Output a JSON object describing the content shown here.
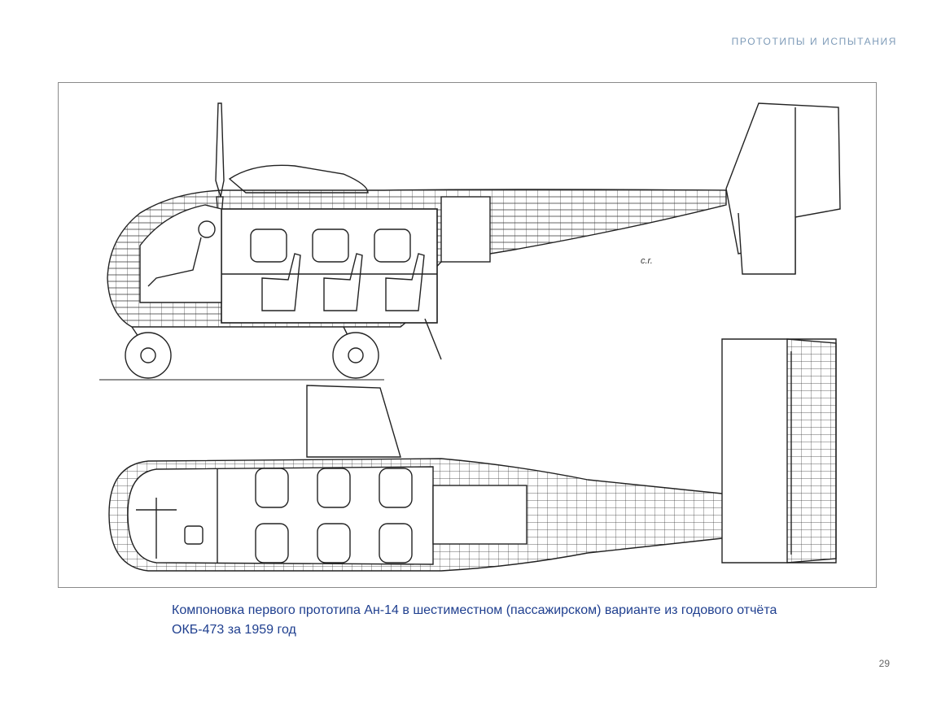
{
  "header": {
    "section_title": "ПРОТОТИПЫ И ИСПЫТАНИЯ"
  },
  "figure": {
    "drawing_label": "c.r.",
    "caption": "Компоновка первого прототипа Ан-14 в шестиместном (пассажирском) варианте из годового отчёта ОКБ-473 за 1959 год"
  },
  "footer": {
    "page_number": "29"
  },
  "colors": {
    "caption": "#1f3f8f",
    "header": "#7e9bb8",
    "line": "#222222"
  }
}
